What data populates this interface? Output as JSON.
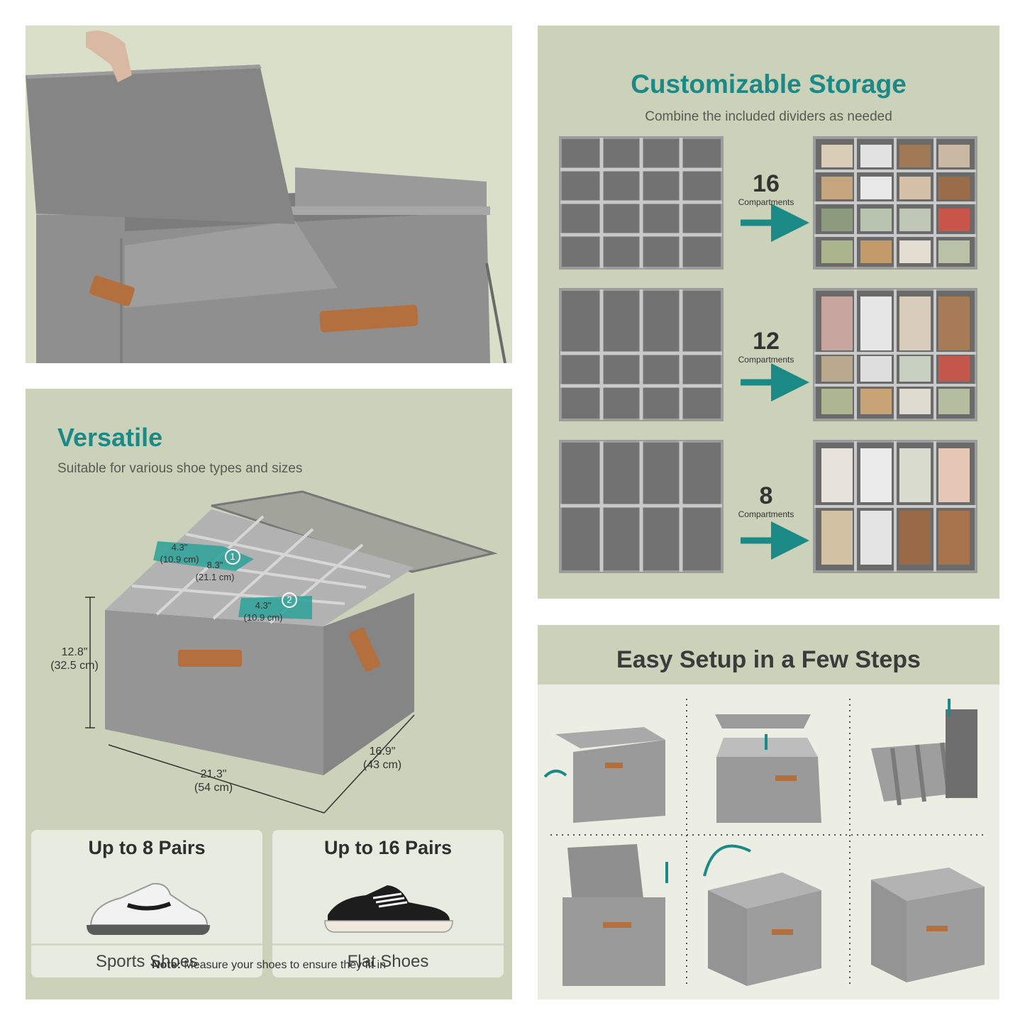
{
  "colors": {
    "teal": "#1b8a86",
    "background": "#ccd1ba",
    "box_gray": "#8e8e8e",
    "leather": "#b46f3e"
  },
  "storage": {
    "title": "Customizable Storage",
    "subtitle": "Combine the included dividers as needed",
    "options": [
      {
        "count": "16",
        "label": "Compartments"
      },
      {
        "count": "12",
        "label": "Compartments"
      },
      {
        "count": "8",
        "label": "Compartments"
      }
    ]
  },
  "versatile": {
    "title": "Versatile",
    "subtitle": "Suitable for various shoe types and sizes",
    "callout1": {
      "number": "1",
      "width_in": "4.3\"",
      "width_cm": "(10.9 cm)",
      "length_in": "8.3\"",
      "length_cm": "(21.1 cm)"
    },
    "callout2": {
      "number": "2",
      "width_in": "4.3\"",
      "width_cm": "(10.9 cm)"
    },
    "height": {
      "in": "12.8\"",
      "cm": "(32.5 cm)"
    },
    "length": {
      "in": "21.3\"",
      "cm": "(54 cm)"
    },
    "depth": {
      "in": "16.9\"",
      "cm": "(43 cm)"
    },
    "cards": [
      {
        "title": "Up to 8 Pairs",
        "label": "Sports Shoes",
        "icon": "sneaker-icon"
      },
      {
        "title": "Up to 16 Pairs",
        "label": "Flat Shoes",
        "icon": "canvas-shoe-icon"
      }
    ],
    "note_label": "Note:",
    "note_text": " Measure your shoes to ensure they fit in"
  },
  "setup": {
    "title": "Easy Setup in a Few Steps",
    "steps": [
      "unfold-box",
      "insert-base-board",
      "assemble-dividers",
      "insert-dividers",
      "flip-in-grid",
      "finished-box"
    ]
  }
}
